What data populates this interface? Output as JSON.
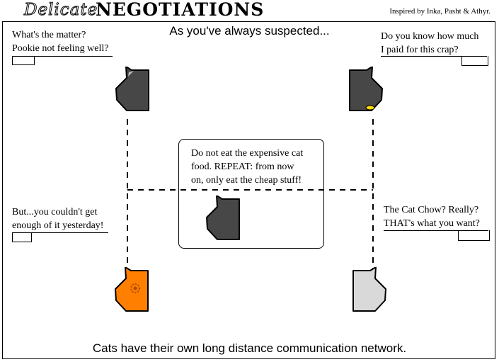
{
  "header": {
    "title_script": "Delicate",
    "title_main": "NEGOTIATIONS",
    "credit": "Inspired by Inka, Pasht & Athyr."
  },
  "captions": {
    "top": "As you've always suspected...",
    "bottom": "Cats have their own long distance communication network."
  },
  "speech": {
    "top_left": [
      "What's the matter?",
      "Pookie not feeling well?"
    ],
    "top_right": [
      "Do you know how much",
      "I paid for this crap?"
    ],
    "bottom_left": [
      "But...you couldn't get",
      "enough of it yesterday!"
    ],
    "bottom_right": [
      "The Cat Chow? Really?",
      "THAT's what you want?"
    ],
    "center": [
      "Do not eat the expensive cat",
      "food. REPEAT: from now",
      "on, only eat the cheap stuff!"
    ]
  },
  "colors": {
    "dark_cat": "#474747",
    "orange_cat": "#ff7f00",
    "white_cat": "#d9d9d9",
    "orange_spots": "#b04a00",
    "eye_yellow": "#ffdd00"
  },
  "icons": [
    "cat-head-icon"
  ]
}
